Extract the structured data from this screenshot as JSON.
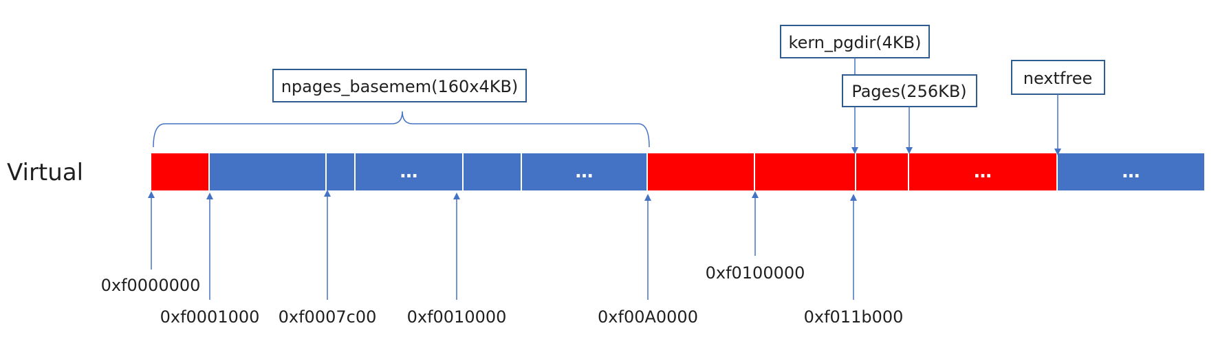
{
  "row_label": "Virtual",
  "colors": {
    "red": "#ff0000",
    "blue": "#4472c4",
    "line": "#4472c4",
    "text": "#1f1f1f"
  },
  "segments": [
    {
      "color": "red",
      "label": ""
    },
    {
      "color": "blue",
      "label": ""
    },
    {
      "color": "blue",
      "label": ""
    },
    {
      "color": "blue",
      "label": "…"
    },
    {
      "color": "blue",
      "label": ""
    },
    {
      "color": "blue",
      "label": "…"
    },
    {
      "color": "red",
      "label": ""
    },
    {
      "color": "red",
      "label": ""
    },
    {
      "color": "red",
      "label": ""
    },
    {
      "color": "red",
      "label": "…"
    },
    {
      "color": "blue",
      "label": "…"
    }
  ],
  "addresses": [
    "0xf0000000",
    "0xf0001000",
    "0xf0007c00",
    "0xf0010000",
    "0xf00A0000",
    "0xf0100000",
    "0xf011b000"
  ],
  "brace_label": "npages_basemem(160x4KB)",
  "callouts": [
    "kern_pgdir(4KB)",
    "Pages(256KB)",
    "nextfree"
  ]
}
